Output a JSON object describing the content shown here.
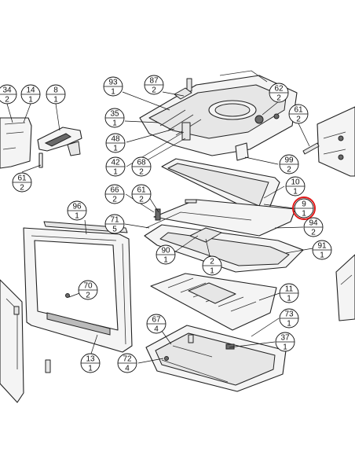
{
  "diagram": {
    "highlight_colour": "#e01818",
    "balloons": [
      {
        "id": "b34",
        "part": "34",
        "qty": "2"
      },
      {
        "id": "b14",
        "part": "14",
        "qty": "1"
      },
      {
        "id": "b8",
        "part": "8",
        "qty": "1"
      },
      {
        "id": "b61a",
        "part": "61",
        "qty": "2"
      },
      {
        "id": "b93",
        "part": "93",
        "qty": "1"
      },
      {
        "id": "b87",
        "part": "87",
        "qty": "2"
      },
      {
        "id": "b62",
        "part": "62",
        "qty": "2"
      },
      {
        "id": "b61b",
        "part": "61",
        "qty": "2"
      },
      {
        "id": "b35",
        "part": "35",
        "qty": "1"
      },
      {
        "id": "b48",
        "part": "48",
        "qty": "1"
      },
      {
        "id": "b42",
        "part": "42",
        "qty": "1"
      },
      {
        "id": "b68",
        "part": "68",
        "qty": "2"
      },
      {
        "id": "b99",
        "part": "99",
        "qty": "2"
      },
      {
        "id": "b10",
        "part": "10",
        "qty": "1"
      },
      {
        "id": "b66",
        "part": "66",
        "qty": "2"
      },
      {
        "id": "b61c",
        "part": "61",
        "qty": "2"
      },
      {
        "id": "b9",
        "part": "9",
        "qty": "1",
        "highlighted": true
      },
      {
        "id": "b96",
        "part": "96",
        "qty": "1"
      },
      {
        "id": "b71",
        "part": "71",
        "qty": "5"
      },
      {
        "id": "b94",
        "part": "94",
        "qty": "2"
      },
      {
        "id": "b90",
        "part": "90",
        "qty": "1"
      },
      {
        "id": "b2",
        "part": "2",
        "qty": "1"
      },
      {
        "id": "b91",
        "part": "91",
        "qty": "1"
      },
      {
        "id": "b70",
        "part": "70",
        "qty": "2"
      },
      {
        "id": "b11",
        "part": "11",
        "qty": "1"
      },
      {
        "id": "b73",
        "part": "73",
        "qty": "1"
      },
      {
        "id": "b67",
        "part": "67",
        "qty": "4"
      },
      {
        "id": "b37",
        "part": "37",
        "qty": "1"
      },
      {
        "id": "b13",
        "part": "13",
        "qty": "1"
      },
      {
        "id": "b72",
        "part": "72",
        "qty": "4"
      }
    ]
  }
}
